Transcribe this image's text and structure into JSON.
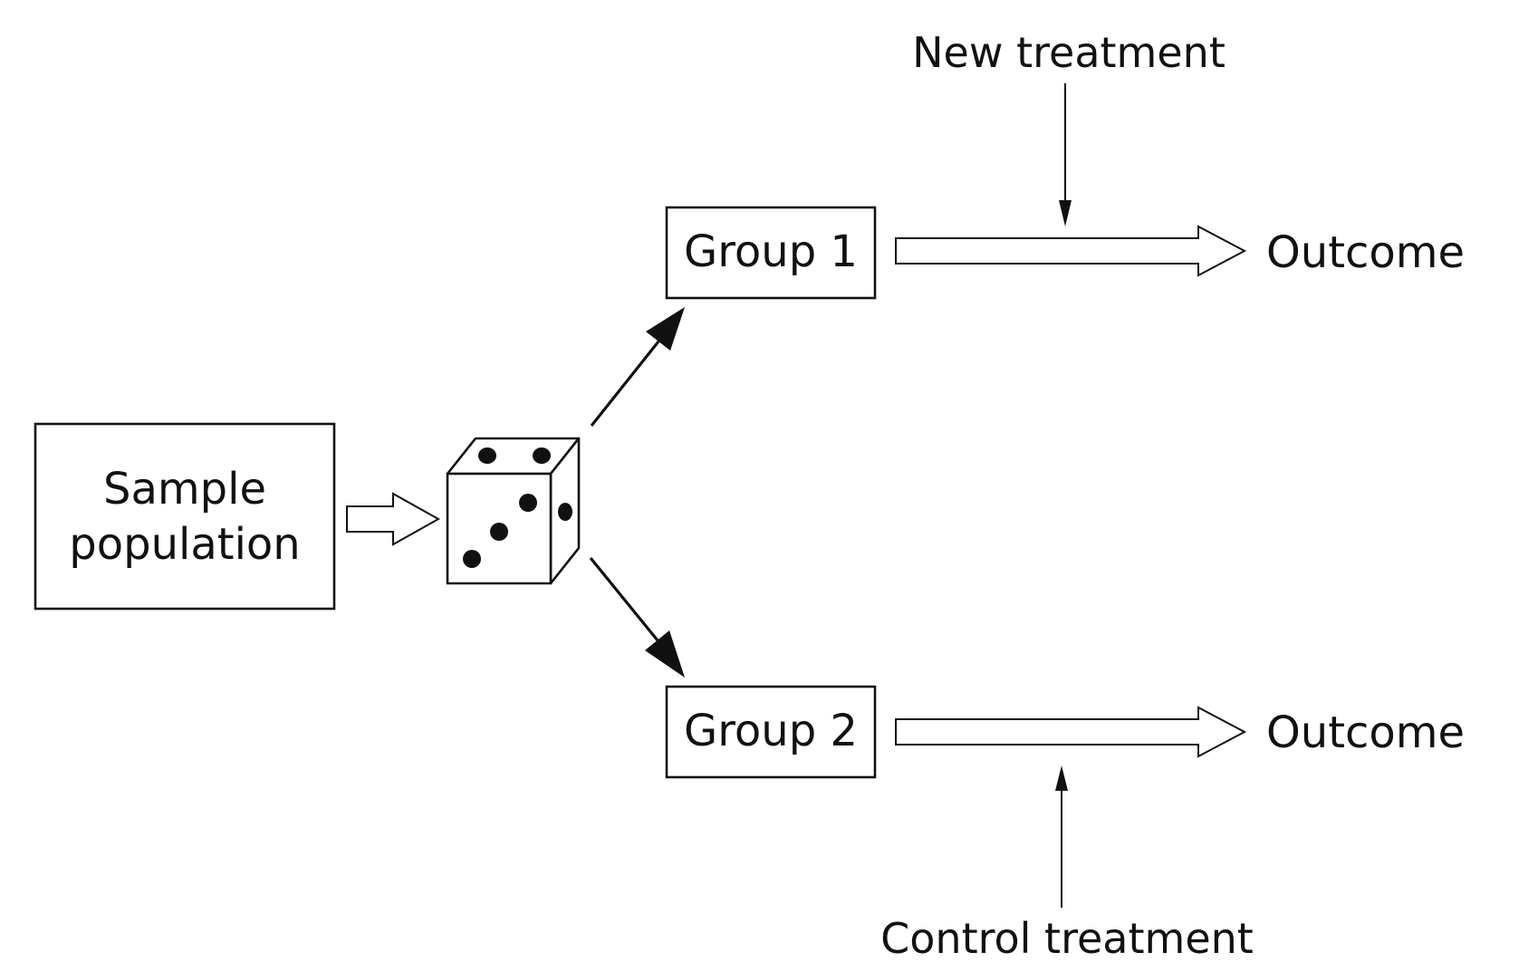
{
  "nodes": {
    "sample_population": {
      "lines": [
        "Sample",
        "population"
      ]
    },
    "group1": {
      "label": "Group 1"
    },
    "group2": {
      "label": "Group 2"
    },
    "outcome1": {
      "label": "Outcome"
    },
    "outcome2": {
      "label": "Outcome"
    }
  },
  "treatments": {
    "new": "New treatment",
    "control": "Control treatment"
  },
  "randomizer": {
    "icon": "dice-icon"
  },
  "colors": {
    "ink": "#111111",
    "background": "#ffffff"
  }
}
